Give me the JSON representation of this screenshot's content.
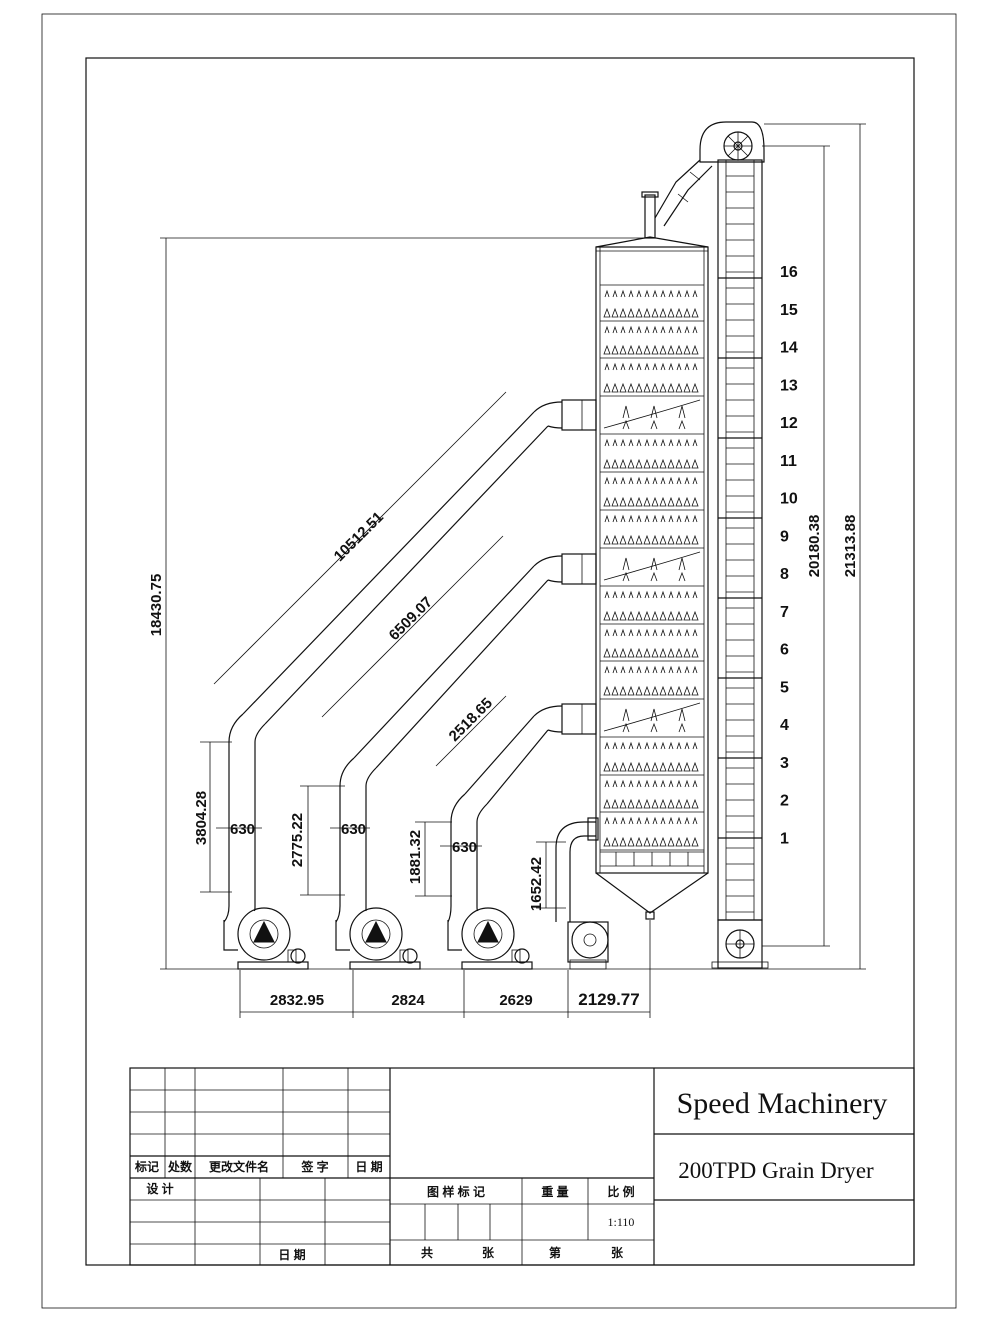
{
  "title_block": {
    "company": "Speed Machinery",
    "product": "200TPD Grain Dryer",
    "revision_headers": [
      "标记",
      "处数",
      "更改文件名",
      "签 字",
      "日 期"
    ],
    "design_label": "设 计",
    "date_label": "日 期",
    "sheet_headers": [
      "图 样 标 记",
      "重 量",
      "比 例"
    ],
    "scale": "1:110",
    "total_sheets_label": "共",
    "sheets_unit_1": "张",
    "sheet_no_label": "第",
    "sheets_unit_2": "张"
  },
  "dimensions": {
    "overall_height": "18430.75",
    "elevator_height_a": "20180.38",
    "elevator_height_b": "21313.88",
    "duct_1_length": "10512.51",
    "duct_2_length": "6509.07",
    "duct_3_length": "2518.65",
    "riser_1_height": "3804.28",
    "riser_2_height": "2775.22",
    "riser_3_height": "1881.32",
    "riser_4_height": "1652.42",
    "duct_dia_1": "630",
    "duct_dia_2": "630",
    "duct_dia_3": "630",
    "spacing_1": "2832.95",
    "spacing_2": "2824",
    "spacing_3": "2629",
    "spacing_4": "2129.77"
  },
  "levels": [
    "16",
    "15",
    "14",
    "13",
    "12",
    "11",
    "10",
    "9",
    "8",
    "7",
    "6",
    "5",
    "4",
    "3",
    "2",
    "1"
  ]
}
